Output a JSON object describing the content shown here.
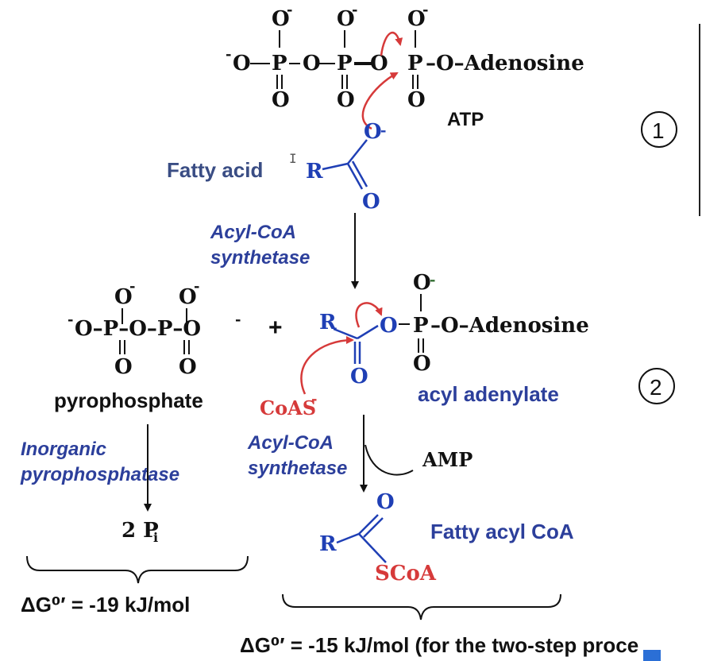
{
  "colors": {
    "black": "#111111",
    "blue_label": "#2c3f9b",
    "blue_struct": "#1f3fb5",
    "red": "#d63a3a",
    "slate": "#3a4d84",
    "dark_green_minus": "#2f6b2f",
    "accent_square": "#2b6fd6"
  },
  "atp": {
    "o_minus_top1": "O",
    "o_minus_top2": "O",
    "o_minus_top3": "O",
    "minus": "-",
    "left_o": "O",
    "p1": "P",
    "bridge_o1": "O",
    "p2": "P",
    "bridge_o2": "O",
    "p3": "P",
    "adenosine": "–O–Adenosine",
    "o_bottom1": "O",
    "o_bottom2": "O",
    "o_bottom3": "O",
    "label": "ATP"
  },
  "step_numbers": {
    "one": "1",
    "two": "2"
  },
  "fatty_acid": {
    "label": "Fatty acid",
    "cursor": "I",
    "r": "R",
    "o_minus": "O",
    "o_double": "O"
  },
  "enzyme1": {
    "line1": "Acyl-CoA",
    "line2": "synthetase"
  },
  "pyrophosphate": {
    "o_top1": "O",
    "o_top2": "O",
    "chain": "O–P–O–P–O",
    "o_bot1": "O",
    "o_bot2": "O",
    "label": "pyrophosphate"
  },
  "plus": "+",
  "acyl_adenylate": {
    "r": "R",
    "bridge_o": "O",
    "p": "P",
    "adenosine": "–O–Adenosine",
    "o_top": "O",
    "o_carbonyl": "O",
    "o_bottom": "O",
    "label": "acyl adenylate"
  },
  "coas": {
    "text": "CoAS"
  },
  "phosphatase": {
    "line1": "Inorganic",
    "line2": "pyrophosphatase"
  },
  "enzyme2": {
    "line1": "Acyl-CoA",
    "line2": "synthetase"
  },
  "amp": "AMP",
  "pi": {
    "coef": "2 P",
    "sub": "i"
  },
  "fatty_acyl_coa": {
    "o": "O",
    "r": "R",
    "scoa": "SCoA",
    "label": "Fatty acyl CoA"
  },
  "dg1": "ΔG⁰′ = -19  kJ/mol",
  "dg2": "ΔG⁰′ = -15 kJ/mol (for the two-step proce"
}
